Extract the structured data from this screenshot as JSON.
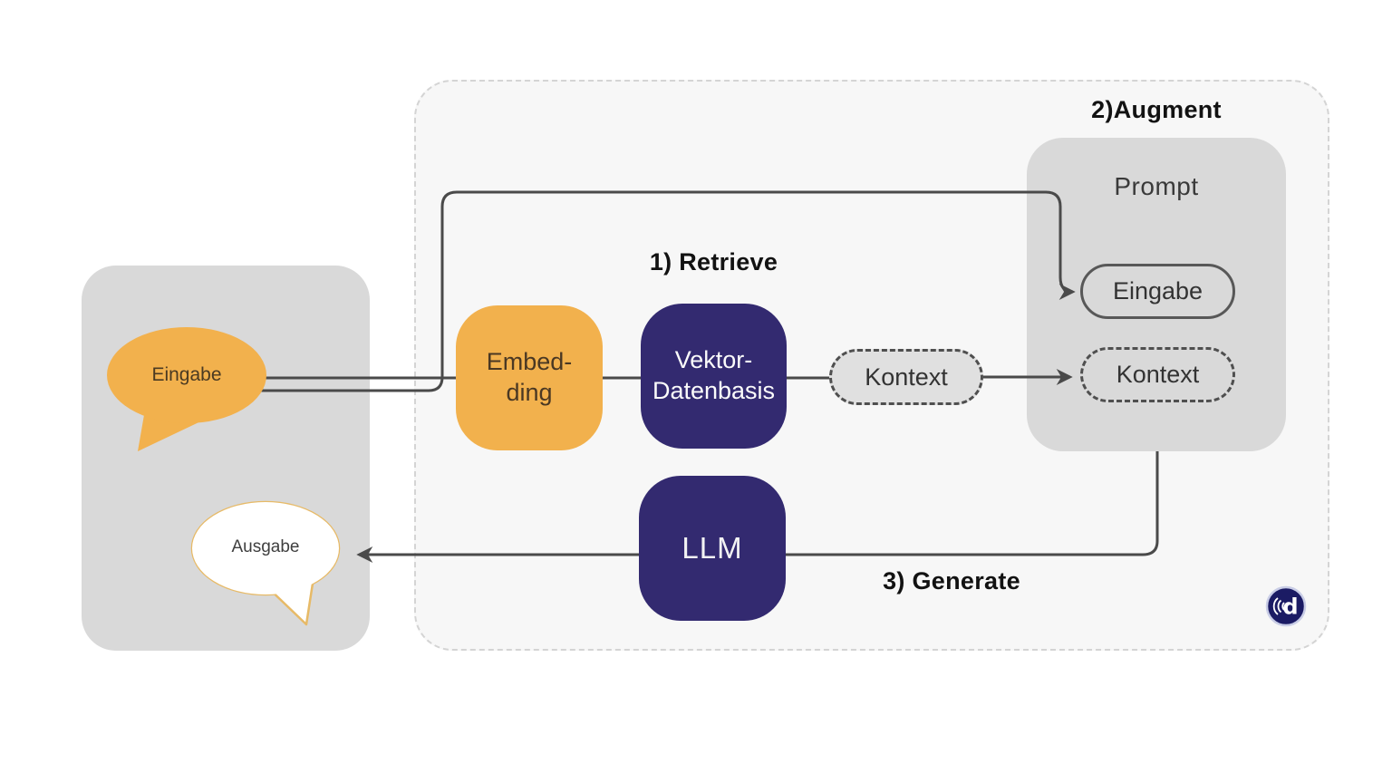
{
  "diagram": {
    "steps": {
      "retrieve": "1) Retrieve",
      "augment": "2)Augment",
      "generate": "3) Generate"
    },
    "user_panel": {
      "input_bubble": "Eingabe",
      "output_bubble": "Ausgabe"
    },
    "nodes": {
      "embedding": {
        "line1": "Embed-",
        "line2": "ding"
      },
      "vector_db": {
        "line1": "Vektor-",
        "line2": "Datenbasis"
      },
      "context": {
        "label": "Kontext"
      },
      "llm": {
        "label": "LLM"
      },
      "prompt": {
        "title": "Prompt",
        "input_pill": "Eingabe",
        "context_pill": "Kontext"
      }
    },
    "colors": {
      "accent_orange": "#F2B14D",
      "accent_navy": "#332A70",
      "panel_gray": "#D9D9D9",
      "canvas_gray": "#F7F7F7",
      "connector_gray": "#4A4A4A",
      "bubble_outline_orange": "#E7BA67",
      "logo_navy": "#1B1B64"
    },
    "logo": {
      "letter": "d"
    }
  }
}
